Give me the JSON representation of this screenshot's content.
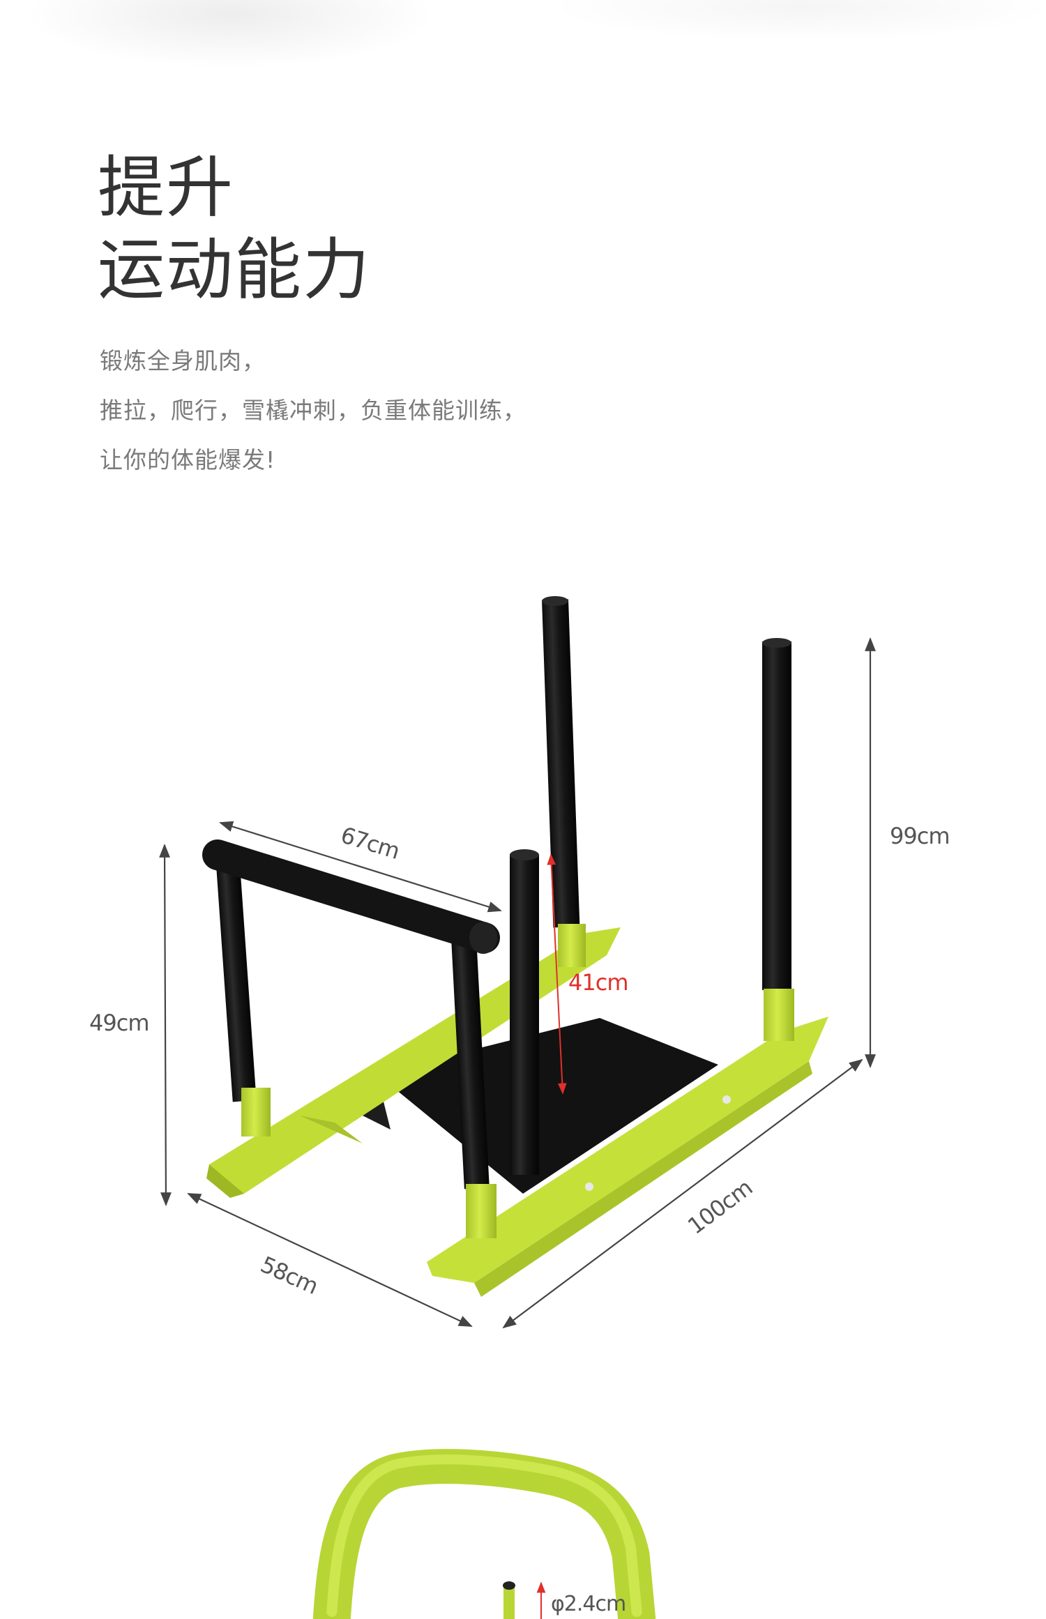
{
  "headline": {
    "line1": "提升",
    "line2": "运动能力"
  },
  "description": {
    "lines": [
      "锻炼全身肌肉，",
      "推拉，爬行，雪橇冲刺，负重体能训练，",
      "让你的体能爆发!"
    ]
  },
  "product_diagram": {
    "product": "weight sled",
    "colors": {
      "frame": "#c6e03a",
      "frame_shade": "#a9c42a",
      "posts": "#151515",
      "plate": "#111111",
      "dimension_line": "#555555",
      "accent_dimension": "#e0302a"
    },
    "dimensions": {
      "handle_height": "49cm",
      "handle_width": "67cm",
      "base_width": "58cm",
      "base_length": "100cm",
      "total_height": "99cm",
      "post_height": "41cm"
    }
  },
  "detail_view": {
    "tube_diameter": "φ2.4cm"
  }
}
